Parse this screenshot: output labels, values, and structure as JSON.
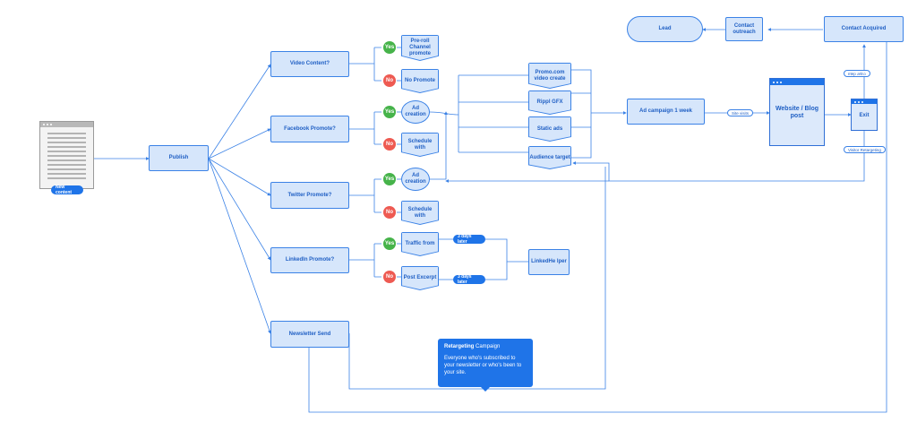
{
  "content": {
    "new_content": "New content",
    "publish": "Publish"
  },
  "decisions": {
    "video": "Video Content?",
    "facebook": "Facebook Promote?",
    "twitter": "Twitter Promote?",
    "linkedin": "LinkedIn Promote?",
    "newsletter": "Newsletter Send"
  },
  "badges": {
    "yes": "Yes",
    "no": "No"
  },
  "outcomes": {
    "video_yes": "Pre-roll Channel promote",
    "video_no": "No Promote",
    "fb_yes": "Ad creation",
    "fb_no": "Schedule with",
    "tw_yes": "Ad creation",
    "tw_no": "Schedule with",
    "li_yes": "Traffic from",
    "li_no": "Post Excerpt"
  },
  "ads": {
    "promo": "Promo.com video create",
    "rippl": "Rippl GFX",
    "static": "Static ads",
    "audience": "Audience target"
  },
  "tags": {
    "three_days_a": "3 days later",
    "three_days_b": "3 days later"
  },
  "linkedhelper": "LinkedHe lper",
  "campaign": "Ad campaign 1 week",
  "labels": {
    "visits": "Site visits",
    "visitor_retargeting": "Visitor Retargeting",
    "small_upper": "ɐʇɐp ɹɐlnɔ"
  },
  "website": "Website / Blog post",
  "exit": "Exit",
  "contact_acquired": "Contact Acquired",
  "contact_outreach": "Contact outreach",
  "lead": "Lead",
  "callout": {
    "title_bold": "Retargeting",
    "title_rest": " Campaign",
    "body": "Everyone who's subscribed to your newsletter or who's been to your site."
  },
  "colors": {
    "primary": "#1f74e8",
    "node_fill": "#d6e6fb",
    "yes": "#46b34a",
    "no": "#ee5a52"
  }
}
